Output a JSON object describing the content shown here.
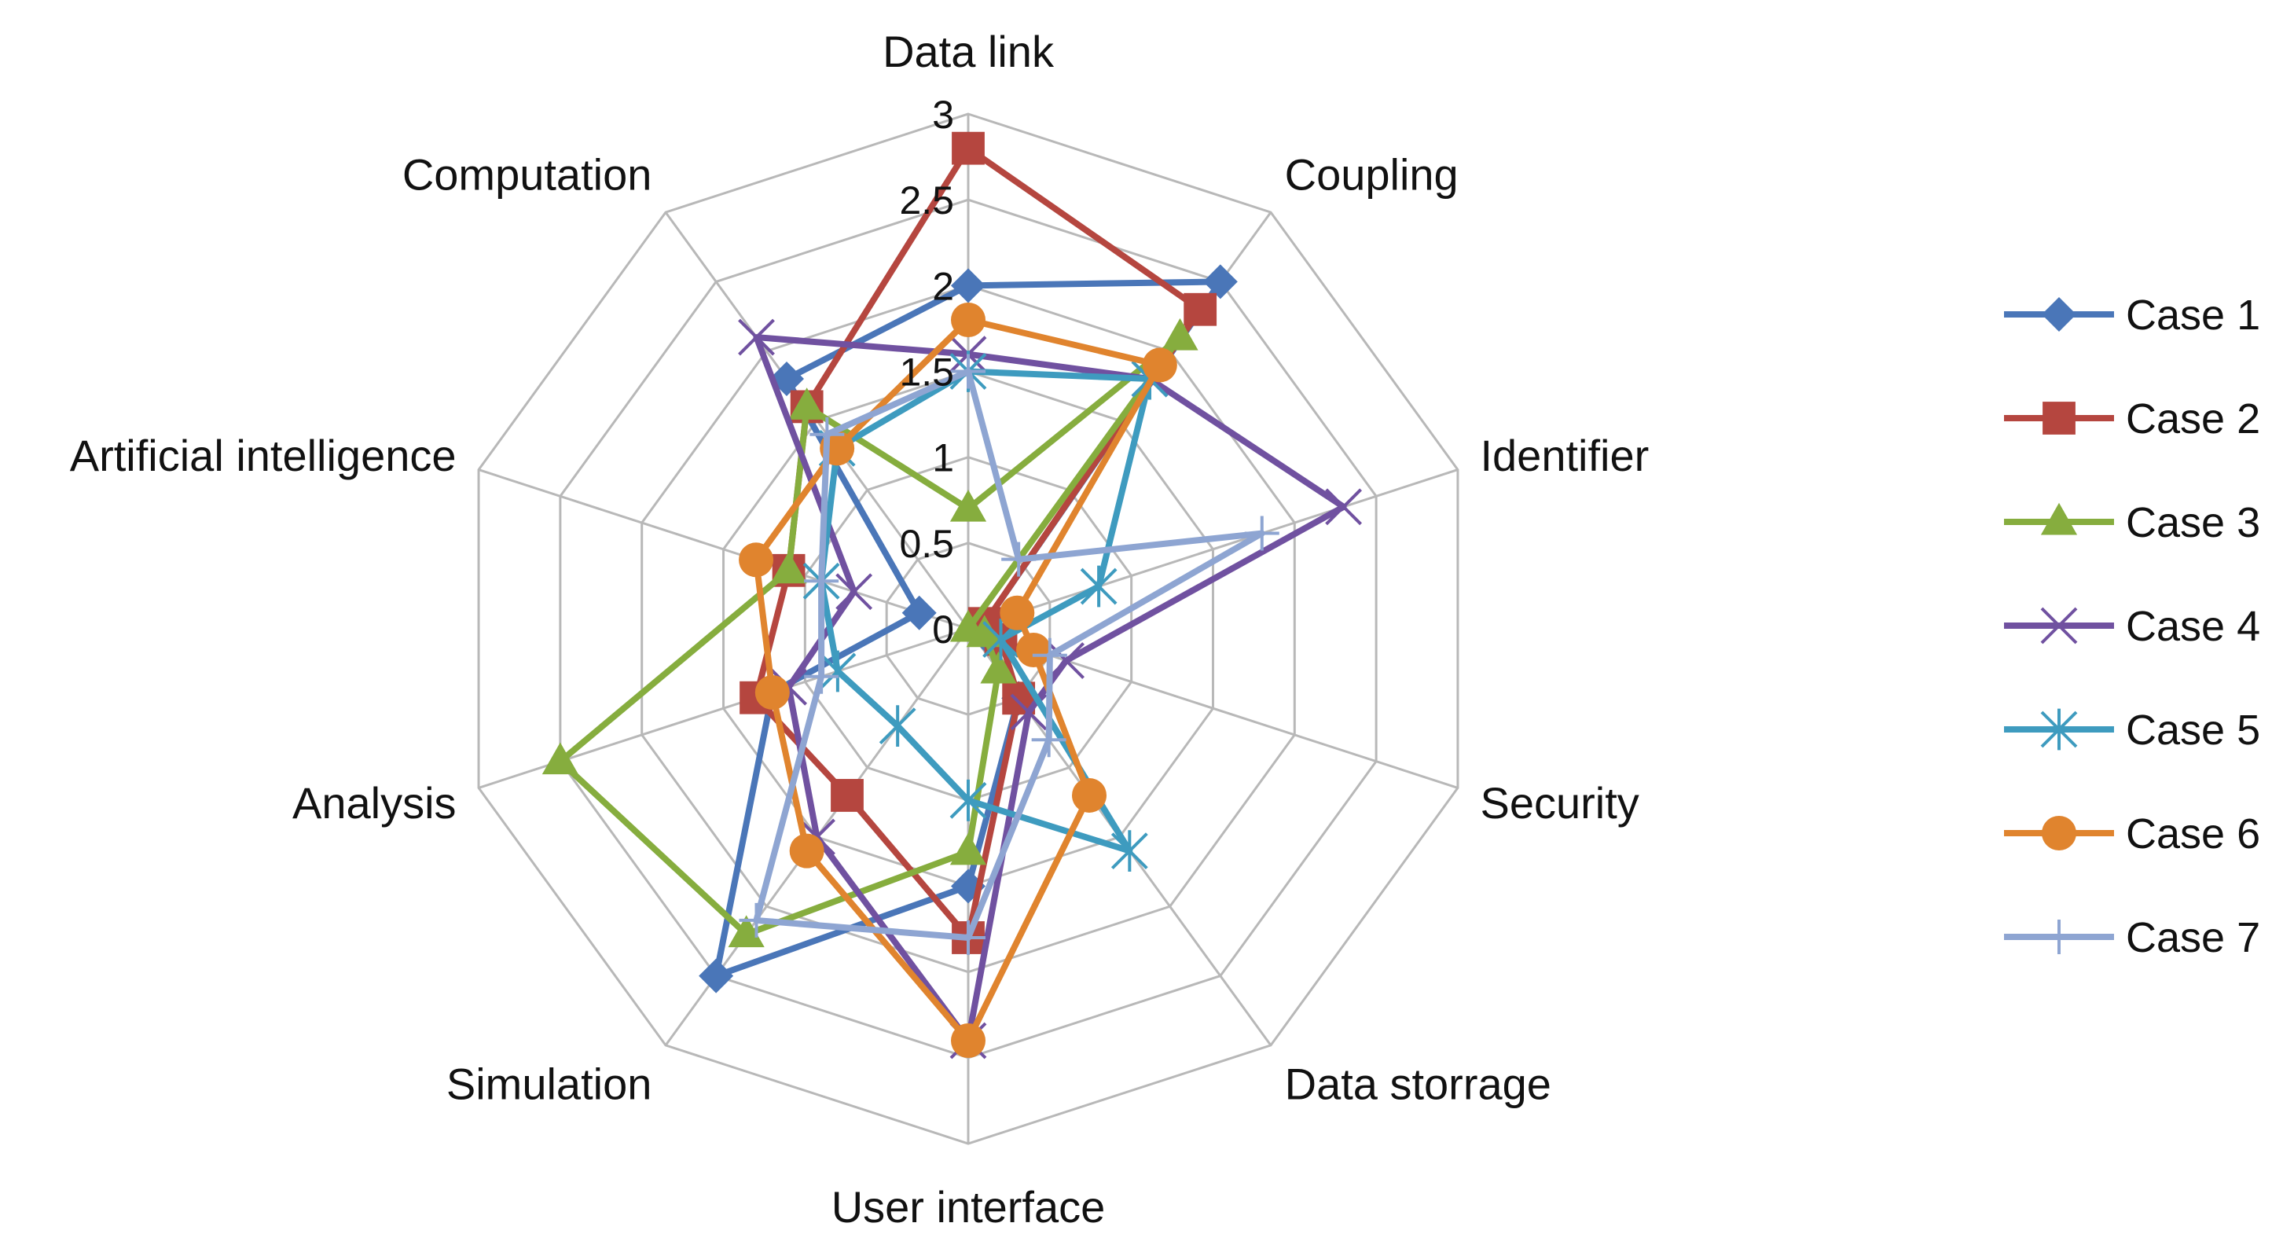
{
  "chart_data": {
    "type": "radar",
    "axes": [
      "Data link",
      "Coupling",
      "Identifier",
      "Security",
      "Data storrage",
      "User interface",
      "Simulation",
      "Analysis",
      "Artificial intelligence",
      "Computation"
    ],
    "ticks": [
      "0",
      "0.5",
      "1",
      "1.5",
      "2",
      "2.5",
      "3"
    ],
    "rmax": 3,
    "grid": true,
    "legend_position": "right",
    "series": [
      {
        "name": "Case 1",
        "color": "#4a76b8",
        "marker": "diamond",
        "values": [
          2.0,
          2.5,
          0.1,
          0.1,
          0.5,
          1.5,
          2.5,
          1.2,
          0.3,
          1.8
        ]
      },
      {
        "name": "Case 2",
        "color": "#b5463f",
        "marker": "square",
        "values": [
          2.8,
          2.3,
          0.1,
          0.2,
          0.5,
          1.8,
          1.2,
          1.3,
          1.1,
          1.6
        ]
      },
      {
        "name": "Case 3",
        "color": "#86ad3e",
        "marker": "triangle",
        "values": [
          0.7,
          2.1,
          0.0,
          0.1,
          0.3,
          1.3,
          2.2,
          2.5,
          1.1,
          1.6
        ]
      },
      {
        "name": "Case 4",
        "color": "#7051a0",
        "marker": "x",
        "values": [
          1.6,
          1.8,
          2.3,
          0.6,
          0.6,
          2.4,
          1.5,
          1.1,
          0.7,
          2.1
        ]
      },
      {
        "name": "Case 5",
        "color": "#3e9bbf",
        "marker": "star",
        "values": [
          1.5,
          1.8,
          0.8,
          0.2,
          1.6,
          1.0,
          0.7,
          0.8,
          0.9,
          1.3
        ]
      },
      {
        "name": "Case 6",
        "color": "#e0842e",
        "marker": "circle",
        "values": [
          1.8,
          1.9,
          0.3,
          0.4,
          1.2,
          2.4,
          1.6,
          1.2,
          1.3,
          1.3
        ]
      },
      {
        "name": "Case 7",
        "color": "#8ea5d2",
        "marker": "plus",
        "values": [
          1.5,
          0.5,
          1.8,
          0.5,
          0.8,
          1.8,
          2.1,
          0.9,
          0.9,
          1.4
        ]
      }
    ]
  }
}
